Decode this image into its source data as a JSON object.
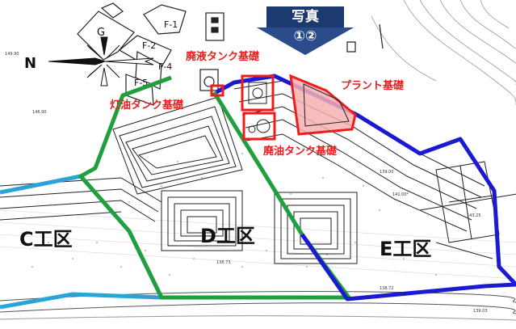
{
  "blocks": {
    "g": "G",
    "f1": "F-1",
    "f2": "F-2",
    "f4": "F-4",
    "f5": "F-5"
  },
  "compass": {
    "north": "N"
  },
  "photo": {
    "line1": "写真",
    "line2": "①②"
  },
  "foundations": {
    "waste_liquid": "廃液タンク基礎",
    "plant": "プラント基礎",
    "kerosene": "灯油タンク基礎",
    "waste_oil": "廃油タンク基礎"
  },
  "zones": {
    "c": "C工区",
    "d": "D工区",
    "e": "E工区"
  },
  "contours": {
    "a": "139.00",
    "b": "141.00*",
    "c": "143.25",
    "d": "136.73",
    "e": "138.72",
    "f": "139.03",
    "g": "149.90",
    "h": "146.90"
  },
  "colors": {
    "zone_c": "#2aa3d8",
    "zone_d": "#1fa03c",
    "zone_e": "#1a1ad0",
    "foundation": "#ee1c1c",
    "photo_banner": "#1d3a6e"
  }
}
